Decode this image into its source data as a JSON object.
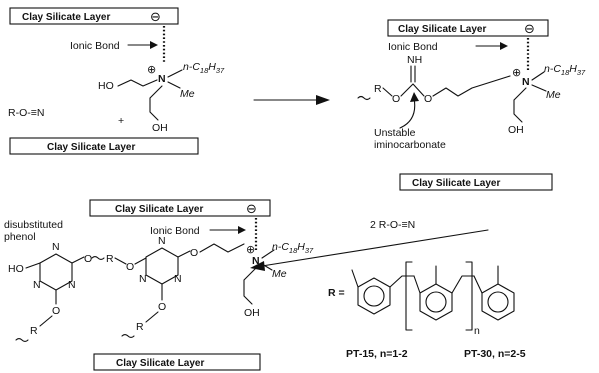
{
  "labels": {
    "clay_layer": "Clay Silicate Layer",
    "ionic_bond": "Ionic Bond",
    "alkyl": "n-C",
    "alkyl_c": "18",
    "alkyl_h": "H",
    "alkyl_h_n": "37",
    "methyl": "Me",
    "hydroxyl_left": "HO",
    "hydroxyl": "OH",
    "hydroxyl_ho": "HO",
    "cyanate": "R-O-≡N",
    "plus": "+",
    "imine": "NH",
    "ring_r": "R",
    "ether_o": "O",
    "unstable_line1": "Unstable",
    "unstable_line2": "iminocarbonate",
    "disub_line1": "disubstituted",
    "disub_line2": "phenol",
    "two_cyanate": "2  R-O-≡N",
    "triazine_n": "N",
    "r_equals": "R =",
    "repeat_n": "n",
    "pt15": "PT-15, n=1-2",
    "pt30": "PT-30, n=2-5"
  },
  "symbols": {
    "minus": "⊖",
    "plus_charge": "⊕",
    "nitrogen": "N"
  }
}
